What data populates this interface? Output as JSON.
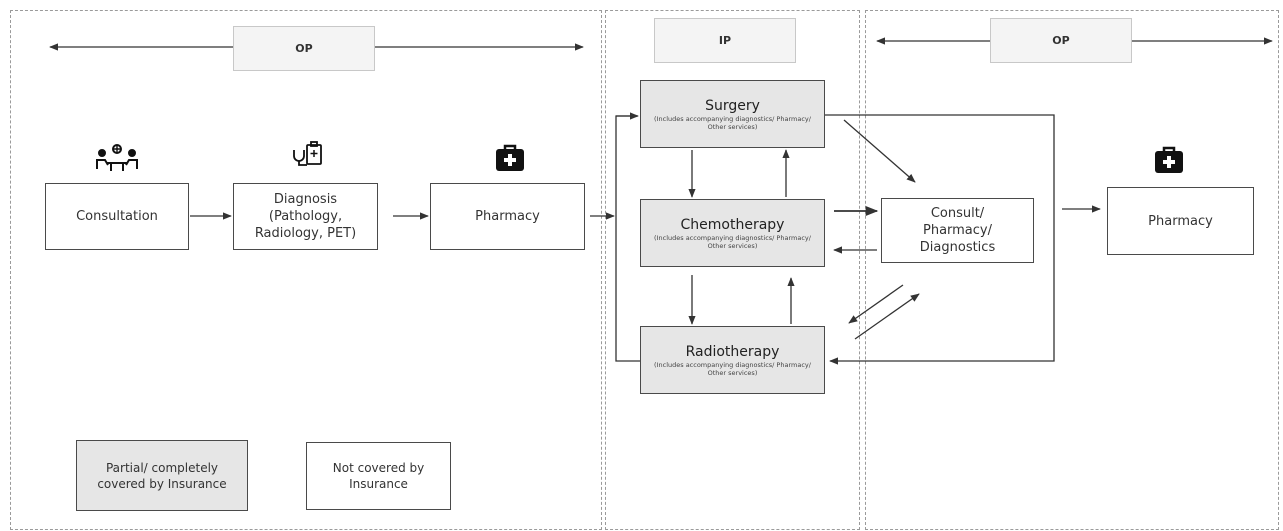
{
  "headers": {
    "op_left": "OP",
    "ip": "IP",
    "op_right": "OP"
  },
  "boxes": {
    "consultation": "Consultation",
    "diagnosis": "Diagnosis\n(Pathology,\nRadiology, PET)",
    "pharmacy_left": "Pharmacy",
    "surgery_title": "Surgery",
    "surgery_note": "(Includes accompanying diagnostics/ Pharmacy/ Other services)",
    "chemo_title": "Chemotherapy",
    "chemo_note": "(Includes accompanying diagnostics/ Pharmacy/ Other services)",
    "radio_title": "Radiotherapy",
    "radio_note": "(Includes accompanying diagnostics/ Pharmacy/ Other services)",
    "consult_right": "Consult/\nPharmacy/\nDiagnostics",
    "pharmacy_right": "Pharmacy"
  },
  "legend": {
    "covered": "Partial/ completely covered by Insurance",
    "not_covered": "Not covered by Insurance"
  },
  "colors": {
    "covered_fill": "#e6e6e6",
    "not_covered_fill": "#ffffff",
    "line": "#333333"
  },
  "icons": [
    "consultation-icon",
    "diagnostics-icon",
    "pharmacy-kit-icon"
  ]
}
